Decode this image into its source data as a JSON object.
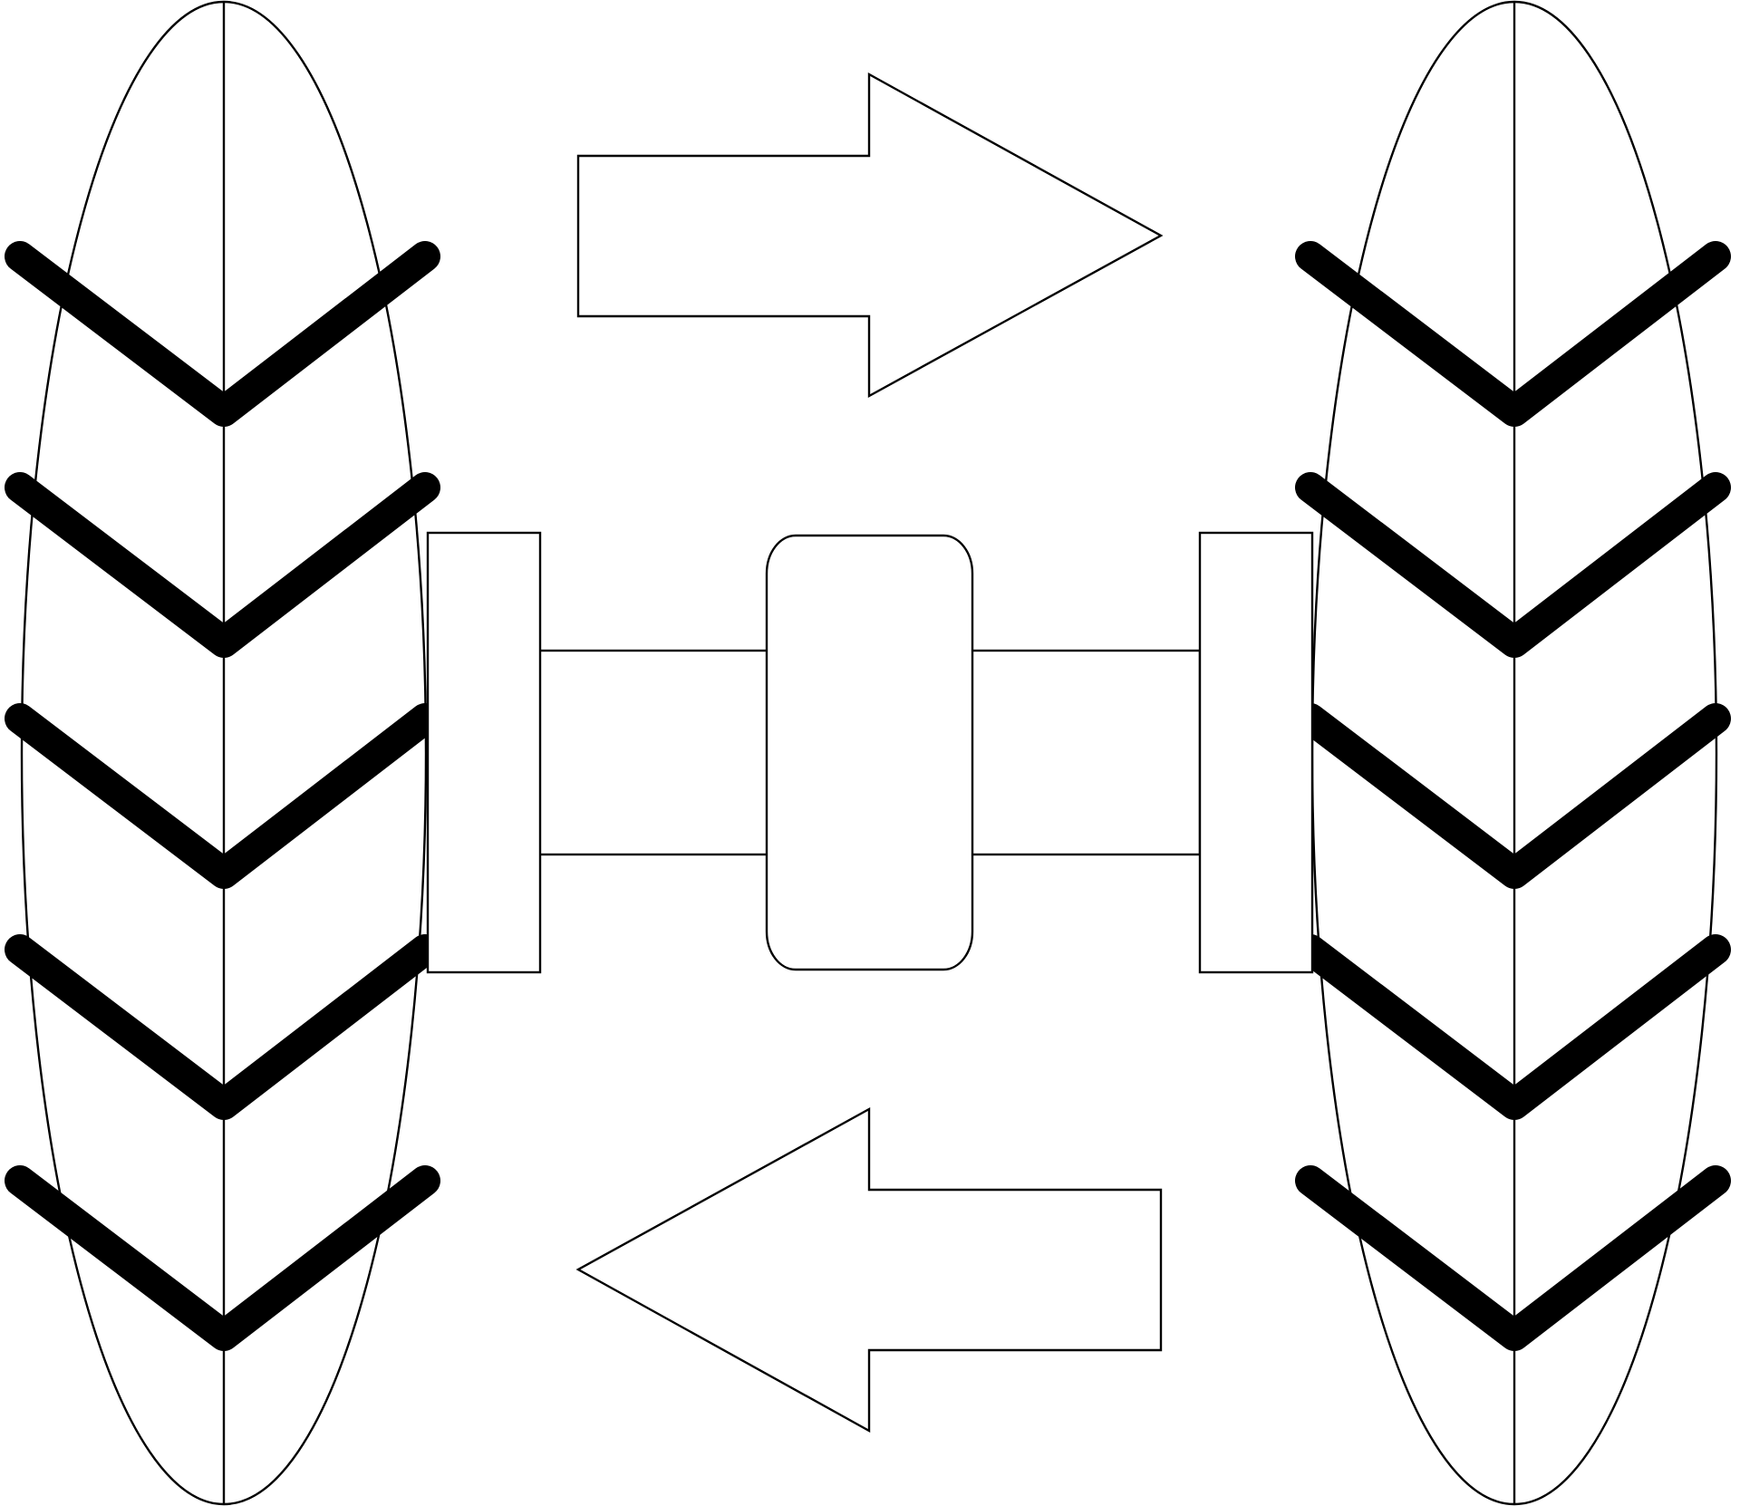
{
  "diagram": {
    "kind": "two tires joined by an axle with a central housing, with opposing direction arrows",
    "colors": {
      "background": "#ffffff",
      "stroke": "#000000",
      "tread": "#000000"
    },
    "tires": [
      {
        "name": "left-tire",
        "tread_chevrons": 5,
        "chevron_direction": "down"
      },
      {
        "name": "right-tire",
        "tread_chevrons": 5,
        "chevron_direction": "down"
      }
    ],
    "arrows": [
      {
        "name": "top-arrow",
        "direction": "right"
      },
      {
        "name": "bottom-arrow",
        "direction": "left"
      }
    ],
    "axle": {
      "parts": [
        "left-hub",
        "left-shaft",
        "center-housing",
        "right-shaft",
        "right-hub"
      ]
    }
  }
}
